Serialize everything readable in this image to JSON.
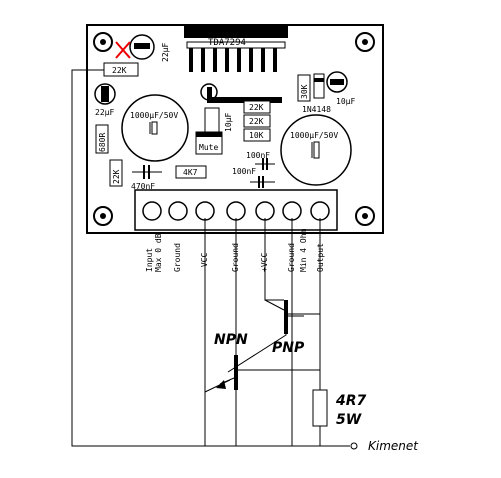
{
  "board": {
    "chip": "TDA7294",
    "cap_22uf_top": "22µF",
    "res_22k_input": "22K",
    "cap_22uf_left": "22µF",
    "cap_1000uf_left": "1000µF/50V",
    "cap_10uf_mid": "10µF",
    "res_22k_a": "22K",
    "res_22k_b": "22K",
    "res_10k": "10K",
    "mute": "Mute",
    "res_680r": "680R",
    "res_22k_bottom": "22K",
    "res_4k7": "4K7",
    "cap_470nf": "470nF",
    "cap_100nf_a": "100nF",
    "cap_100nf_b": "100nF",
    "res_30k": "30K",
    "diode": "1N4148",
    "cap_10uf_right": "10µF",
    "cap_1000uf_right": "1000µF/50V"
  },
  "terminals": [
    "Input",
    "Max 0 dB",
    "Ground",
    "-VCC",
    "Ground",
    "+VCC",
    "Ground",
    "Min 4 Ohm",
    "Output"
  ],
  "circuit": {
    "npn": "NPN",
    "pnp": "PNP",
    "resistor": "4R7",
    "power": "5W",
    "output": "Kimenet"
  }
}
